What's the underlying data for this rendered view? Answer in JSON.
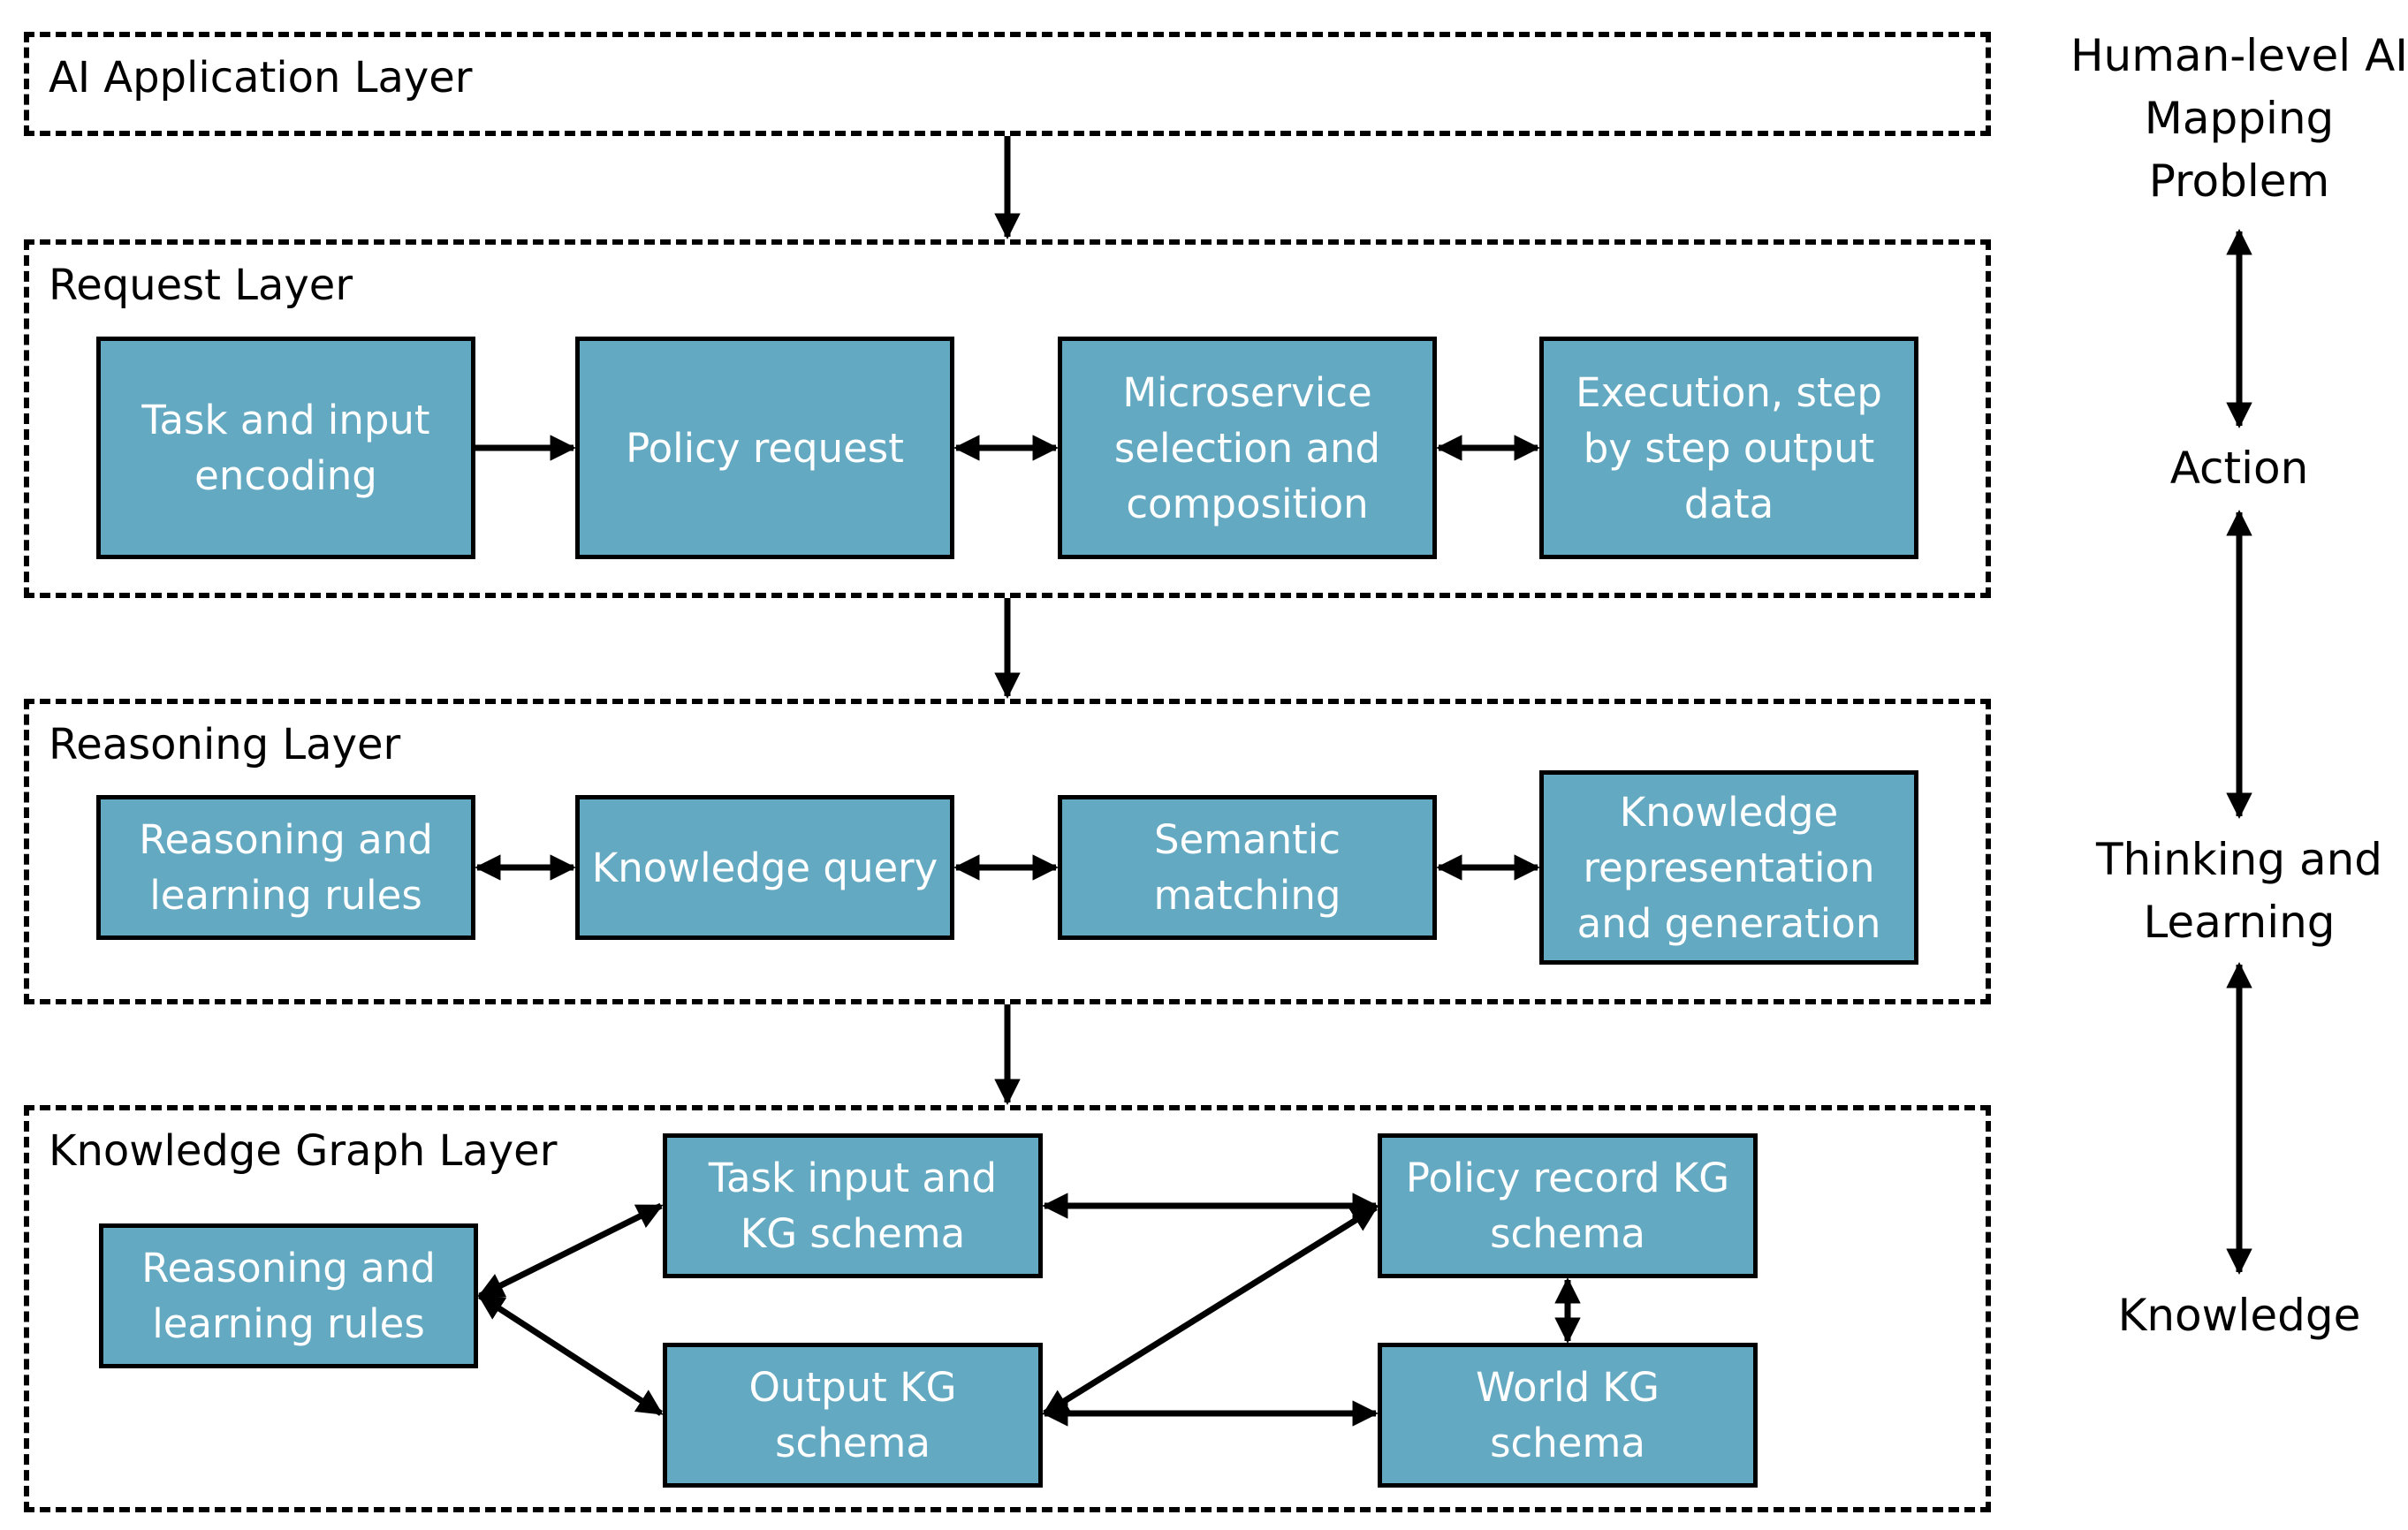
{
  "layers": {
    "application": {
      "title": "AI Application Layer"
    },
    "request": {
      "title": "Request Layer",
      "boxes": [
        {
          "lines": [
            "Task and input",
            "encoding"
          ]
        },
        {
          "lines": [
            "Policy request"
          ]
        },
        {
          "lines": [
            "Microservice",
            "selection and",
            "composition"
          ]
        },
        {
          "lines": [
            "Execution, step",
            "by step output",
            "data"
          ]
        }
      ]
    },
    "reasoning": {
      "title": "Reasoning Layer",
      "boxes": [
        {
          "lines": [
            "Reasoning and",
            "learning rules"
          ]
        },
        {
          "lines": [
            "Knowledge query"
          ]
        },
        {
          "lines": [
            "Semantic",
            "matching"
          ]
        },
        {
          "lines": [
            "Knowledge",
            "representation",
            "and generation"
          ]
        }
      ]
    },
    "knowledge_graph": {
      "title": "Knowledge Graph Layer",
      "boxes": {
        "rules": {
          "lines": [
            "Reasoning and",
            "learning rules"
          ]
        },
        "task_input": {
          "lines": [
            "Task input and",
            "KG schema"
          ]
        },
        "output": {
          "lines": [
            "Output KG",
            "schema"
          ]
        },
        "policy_record": {
          "lines": [
            "Policy record KG",
            "schema"
          ]
        },
        "world": {
          "lines": [
            "World KG",
            "schema"
          ]
        }
      }
    }
  },
  "side_labels": {
    "top": [
      "Human-level AI",
      "Mapping",
      "Problem"
    ],
    "action": [
      "Action"
    ],
    "thinking": [
      "Thinking and",
      "Learning"
    ],
    "knowledge": [
      "Knowledge"
    ]
  }
}
